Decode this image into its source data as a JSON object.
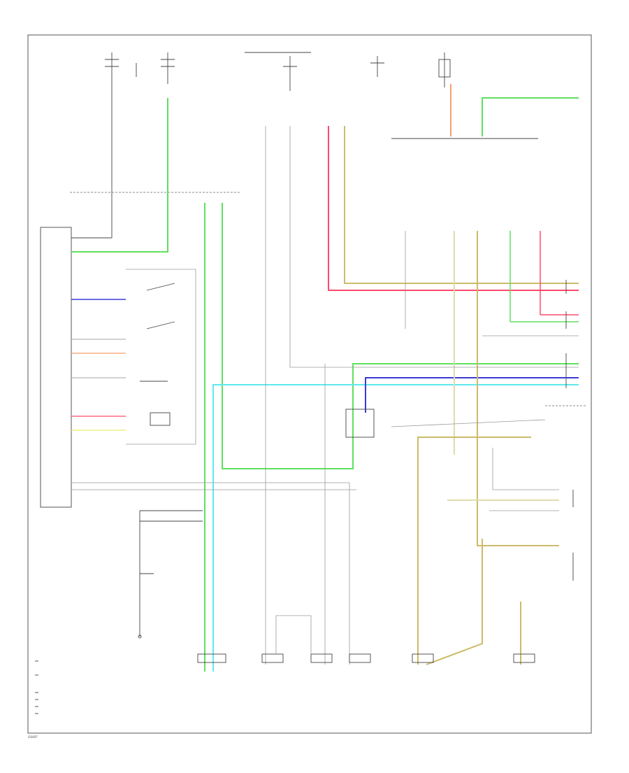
{
  "diagram": {
    "footer_code": "G8487"
  },
  "colors": {
    "green": "#5ee05e",
    "cyan": "#5fe8f0",
    "red": "#ff4a6a",
    "blue": "#3b3bd8",
    "tan": "#cdbb6a",
    "orange": "#f5a06e",
    "yellow": "#ecec6a",
    "gray": "#9a9a9a",
    "frame": "#555555"
  },
  "wires": [
    {
      "name": "green-feed-top-right",
      "color": "green"
    },
    {
      "name": "green-feed-left",
      "color": "green"
    },
    {
      "name": "green-bus-vertical",
      "color": "green"
    },
    {
      "name": "cyan-bus",
      "color": "cyan"
    },
    {
      "name": "red-feed",
      "color": "red"
    },
    {
      "name": "tan-feed",
      "color": "tan"
    },
    {
      "name": "blue-feed",
      "color": "blue"
    },
    {
      "name": "orange-feed",
      "color": "orange"
    }
  ]
}
